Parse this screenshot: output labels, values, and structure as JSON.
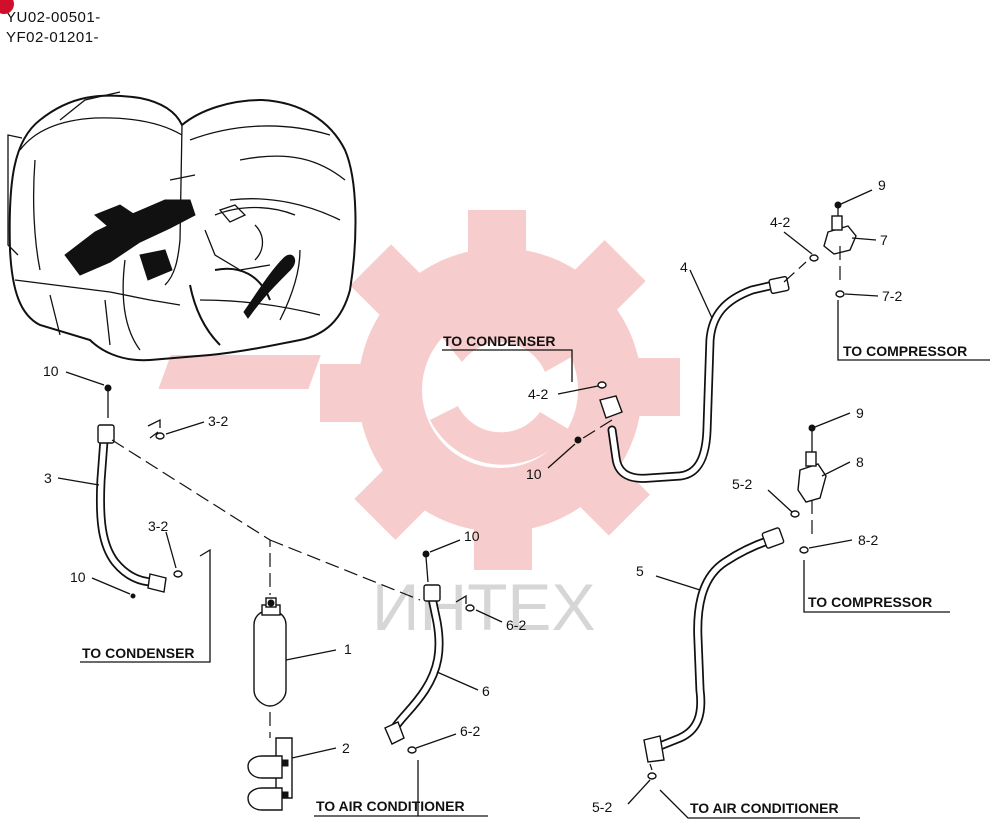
{
  "header": {
    "serials": [
      "YU02-00501-",
      "YF02-01201-"
    ]
  },
  "watermark": {
    "text": "ИНТЕХ",
    "color": "#f4b4b4"
  },
  "colors": {
    "ink": "#111111",
    "badge": "#d0102a"
  },
  "destinations": {
    "condenser_left": "TO CONDENSER",
    "condenser_top": "TO CONDENSER",
    "compressor_top": "TO COMPRESSOR",
    "compressor_mid": "TO COMPRESSOR",
    "air_conditioner_left": "TO AIR CONDITIONER",
    "air_conditioner_right": "TO AIR CONDITIONER"
  },
  "callouts": {
    "p1": "1",
    "p2": "2",
    "p3": "3",
    "p3_2a": "3-2",
    "p3_2b": "3-2",
    "p4": "4",
    "p4_2a": "4-2",
    "p4_2b": "4-2",
    "p5": "5",
    "p5_2a": "5-2",
    "p5_2b": "5-2",
    "p6": "6",
    "p6_2a": "6-2",
    "p6_2b": "6-2",
    "p7": "7",
    "p7_2": "7-2",
    "p8": "8",
    "p8_2": "8-2",
    "p9a": "9",
    "p9b": "9",
    "p10a": "10",
    "p10b": "10",
    "p10c": "10",
    "p10d": "10"
  }
}
